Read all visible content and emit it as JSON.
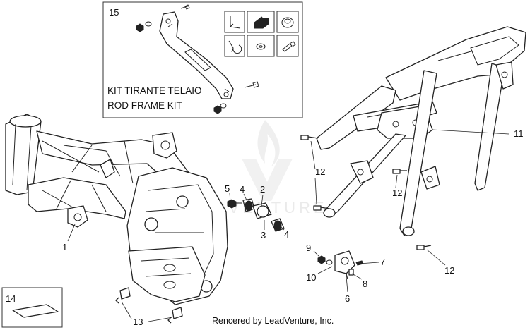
{
  "kit_box": {
    "number": "15",
    "title_it": "KIT TIRANTE TELAIO",
    "title_en": "ROD FRAME KIT",
    "icons": [
      "bracket-icon",
      "clip-icon",
      "cap-icon",
      "clamp-icon",
      "washer-icon",
      "bolt-icon"
    ]
  },
  "callouts": {
    "c1": "1",
    "c2": "2",
    "c3": "3",
    "c4a": "4",
    "c4b": "4",
    "c5": "5",
    "c6": "6",
    "c7": "7",
    "c8": "8",
    "c9": "9",
    "c10": "10",
    "c11": "11",
    "c12a": "12",
    "c12b": "12",
    "c12c": "12",
    "c13": "13",
    "c14": "14"
  },
  "credit": "Rencered by LeadVenture, Inc.",
  "watermark": "LEADVENTURE"
}
